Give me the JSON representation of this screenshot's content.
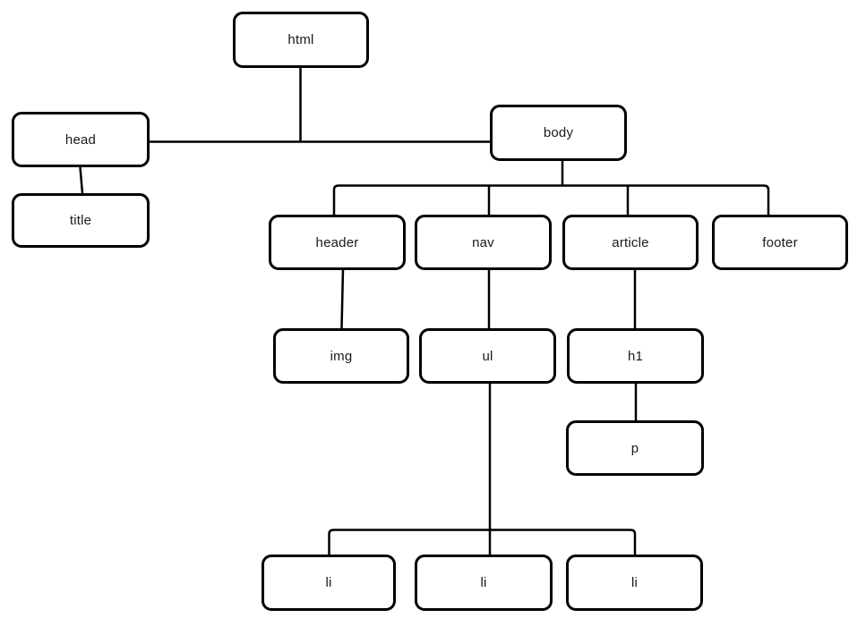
{
  "diagram": {
    "type": "tree",
    "description": "HTML document element tree",
    "nodes": {
      "html": {
        "label": "html"
      },
      "head": {
        "label": "head"
      },
      "body": {
        "label": "body"
      },
      "title": {
        "label": "title"
      },
      "header": {
        "label": "header"
      },
      "nav": {
        "label": "nav"
      },
      "article": {
        "label": "article"
      },
      "footer": {
        "label": "footer"
      },
      "img": {
        "label": "img"
      },
      "ul": {
        "label": "ul"
      },
      "h1": {
        "label": "h1"
      },
      "p": {
        "label": "p"
      },
      "li_1": {
        "label": "li"
      },
      "li_2": {
        "label": "li"
      },
      "li_3": {
        "label": "li"
      }
    },
    "hierarchy": {
      "html": [
        "head",
        "body"
      ],
      "head": [
        "title"
      ],
      "body": [
        "header",
        "nav",
        "article",
        "footer"
      ],
      "header": [
        "img"
      ],
      "nav": [
        "ul"
      ],
      "article": [
        "h1"
      ],
      "h1": [
        "p"
      ],
      "ul": [
        "li",
        "li",
        "li"
      ]
    },
    "colors": {
      "background": "#ffffff",
      "box_fill": "#ffffff",
      "box_border": "#000000",
      "line": "#000000",
      "text": "#1a1a1a"
    }
  }
}
